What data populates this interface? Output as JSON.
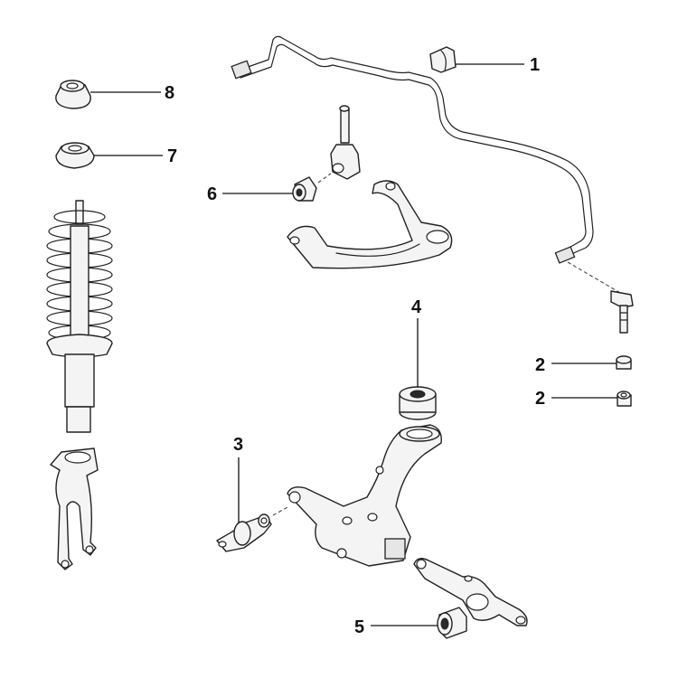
{
  "diagram": {
    "callouts": [
      {
        "id": "bar-bushing",
        "label": "1"
      },
      {
        "id": "link-bushing-upper",
        "label": "2"
      },
      {
        "id": "link-bushing-lower",
        "label": "2"
      },
      {
        "id": "front-lower-bushing",
        "label": "3"
      },
      {
        "id": "rear-lower-bushing",
        "label": "4"
      },
      {
        "id": "compression-bushing",
        "label": "5"
      },
      {
        "id": "upper-arm-bushing",
        "label": "6"
      },
      {
        "id": "spring-seat",
        "label": "7"
      },
      {
        "id": "top-mount-cap",
        "label": "8"
      }
    ]
  }
}
